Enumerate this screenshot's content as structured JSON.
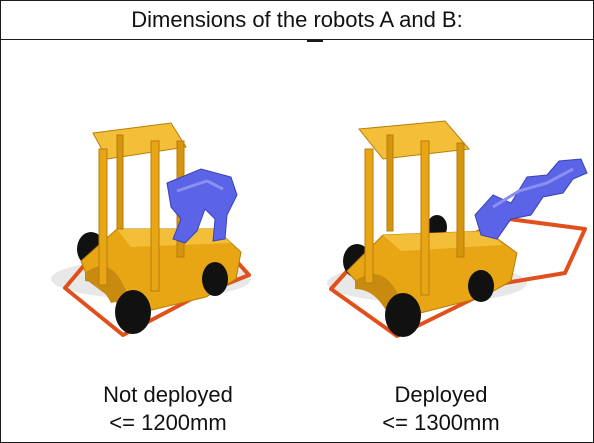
{
  "title": "Dimensions of the robots A and B:",
  "robots": [
    {
      "state": "Not deployed",
      "limit": "<= 1200mm"
    },
    {
      "state": "Deployed",
      "limit": "<= 1300mm"
    }
  ],
  "colors": {
    "body": "#e8a615",
    "arm": "#5b63e6",
    "footprint": "#e0501c",
    "wheel": "#111111"
  }
}
